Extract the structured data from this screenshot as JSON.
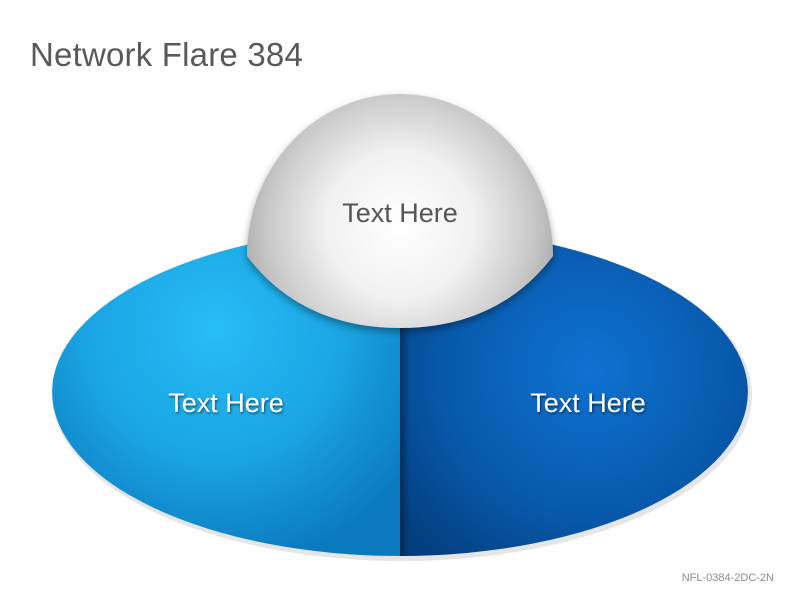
{
  "title": "Network Flare 384",
  "diagram": {
    "top_label": "Text Here",
    "left_label": "Text Here",
    "right_label": "Text Here"
  },
  "colors": {
    "left_segment": "#1fb1ec",
    "right_segment": "#0b5fb2",
    "dome": "#d9d9d9",
    "title_text": "#595959",
    "dome_text": "#555555",
    "segment_text": "#ffffff"
  },
  "footer": {
    "code": "NFL-0384-2DC-2N"
  }
}
